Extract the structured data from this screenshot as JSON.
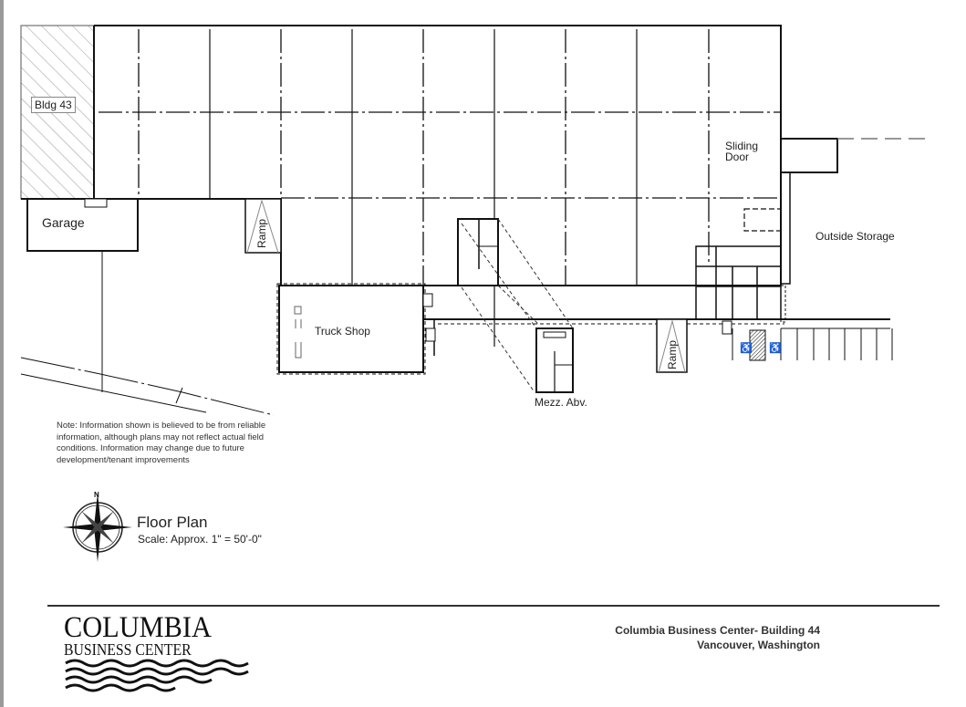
{
  "plan": {
    "labels": {
      "bldg43": "Bldg 43",
      "garage": "Garage",
      "ramp_left": "Ramp",
      "ramp_right": "Ramp",
      "sliding_door_line1": "Sliding",
      "sliding_door_line2": "Door",
      "outside_storage": "Outside Storage",
      "truck_shop": "Truck Shop",
      "mezz": "Mezz. Abv."
    },
    "note": "Note: Information shown is believed to be from reliable information, although plans may not reflect actual field conditions. Information may change due to future development/tenant improvements",
    "title": "Floor Plan",
    "scale": "Scale:  Approx. 1\" =  50'-0\"",
    "compass_north": "N"
  },
  "footer": {
    "logo_line1": "COLUMBIA",
    "logo_line2": "BUSINESS CENTER",
    "address_line1": "Columbia Business Center- Building 44",
    "address_line2": "Vancouver, Washington"
  }
}
